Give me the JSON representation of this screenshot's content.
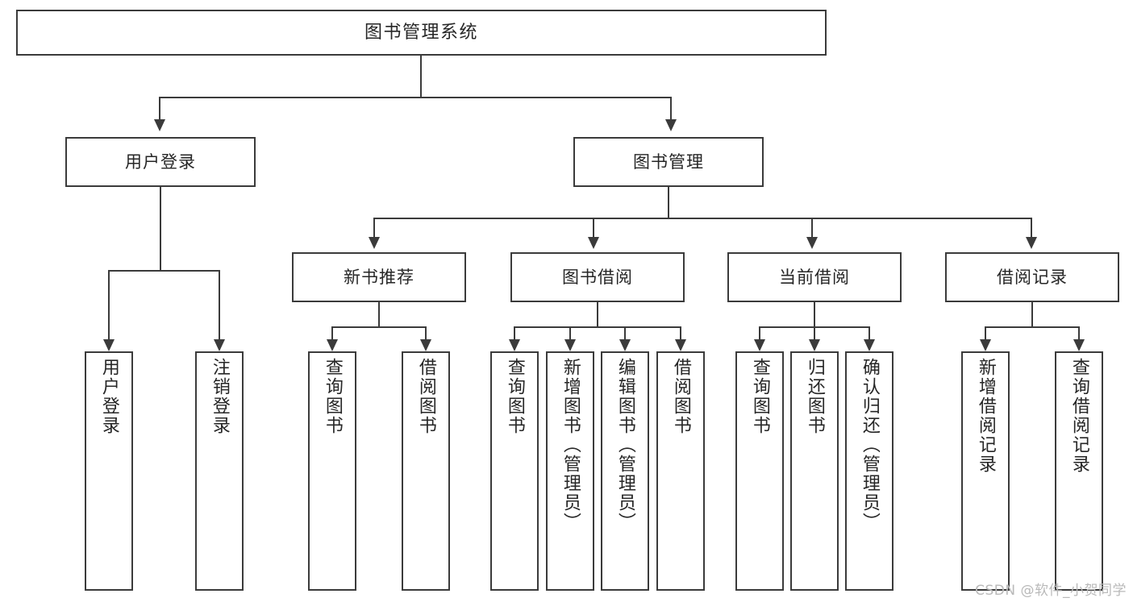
{
  "diagram": {
    "title": "图书管理系统",
    "type": "tree",
    "root": {
      "label": "图书管理系统"
    },
    "level2": [
      {
        "label": "用户登录"
      },
      {
        "label": "图书管理"
      }
    ],
    "level3": [
      {
        "label": "新书推荐"
      },
      {
        "label": "图书借阅"
      },
      {
        "label": "当前借阅"
      },
      {
        "label": "借阅记录"
      }
    ],
    "leaves": {
      "user_login": [
        {
          "label": "用户登录"
        },
        {
          "label": "注销登录"
        }
      ],
      "new_book_recommend": [
        {
          "label": "查询图书"
        },
        {
          "label": "借阅图书"
        }
      ],
      "book_borrow": [
        {
          "label": "查询图书"
        },
        {
          "label": "新增图书（管理员）"
        },
        {
          "label": "编辑图书（管理员）"
        },
        {
          "label": "借阅图书"
        }
      ],
      "current_borrow": [
        {
          "label": "查询图书"
        },
        {
          "label": "归还图书"
        },
        {
          "label": "确认归还（管理员）"
        }
      ],
      "borrow_record": [
        {
          "label": "新增借阅记录"
        },
        {
          "label": "查询借阅记录"
        }
      ]
    }
  },
  "watermark": {
    "text": "CSDN @软件_小贺同学"
  },
  "colors": {
    "stroke": "#3b3b3b",
    "fill": "#ffffff",
    "text": "#262626",
    "watermark": "#b9b9b9"
  }
}
